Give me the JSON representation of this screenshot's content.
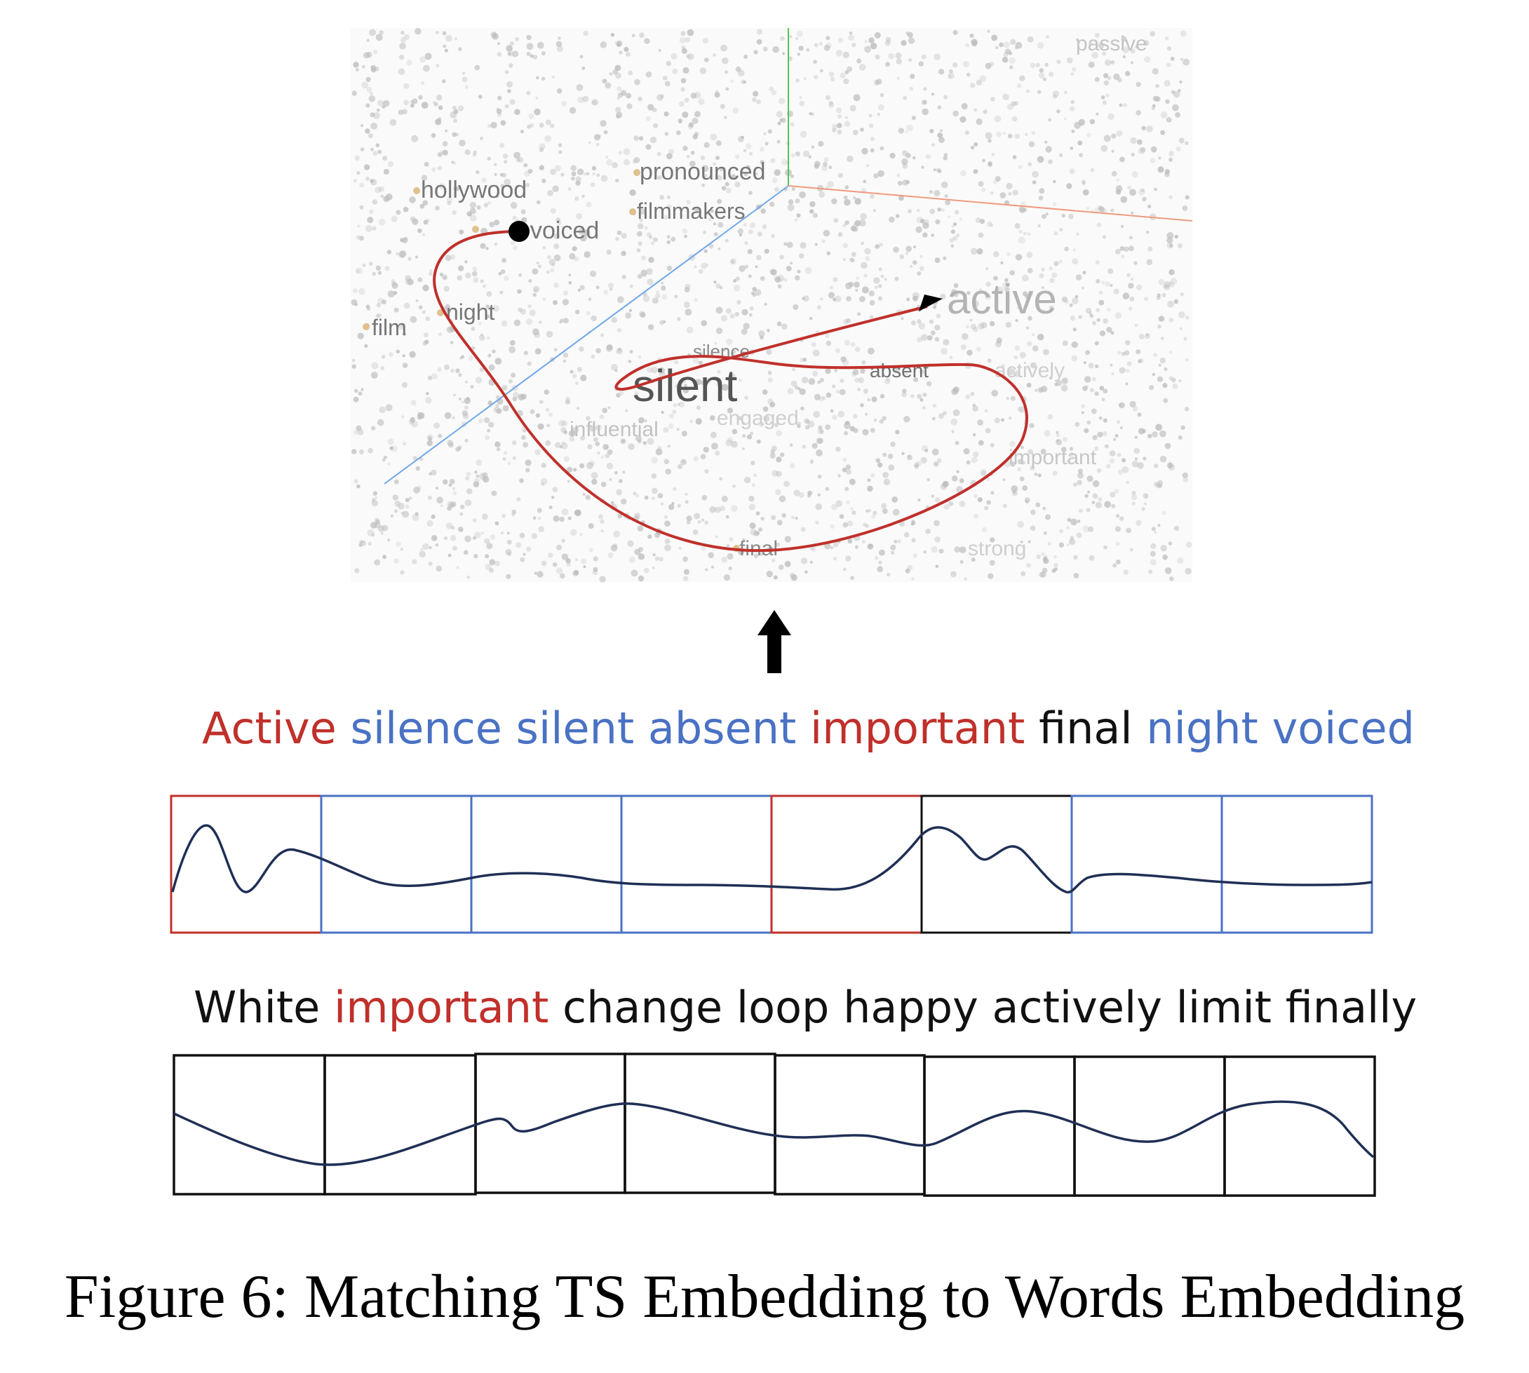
{
  "embedding_plot": {
    "labels": {
      "passive": "passive",
      "pronounced": "pronounced",
      "hollywood": "hollywood",
      "filmmakers": "filmmakers",
      "voiced": "voiced",
      "active": "active",
      "film": "film",
      "night": "night",
      "silence": "silence",
      "silent": "silent",
      "absent": "absent",
      "actively": "actively",
      "influential": "influential",
      "engaged": "engaged",
      "important": "important",
      "final": "final",
      "strong": "strong"
    },
    "colors": {
      "trajectory": "#c0302b",
      "axis_green": "#54c754",
      "axis_blue": "#6da6ea",
      "axis_orange": "#f19a7e",
      "points": "#bcbcbc",
      "marker_dots": "#e0c08e"
    }
  },
  "arrow_icon": "up-arrow-icon",
  "sequence_1": {
    "words": [
      {
        "text": "Active",
        "color": "#c0302b"
      },
      {
        "text": "silence",
        "color": "#4a72c4"
      },
      {
        "text": "silent",
        "color": "#4a72c4"
      },
      {
        "text": "absent",
        "color": "#4a72c4"
      },
      {
        "text": "important",
        "color": "#c0302b"
      },
      {
        "text": "final",
        "color": "#111111"
      },
      {
        "text": "night",
        "color": "#4a72c4"
      },
      {
        "text": "voiced",
        "color": "#4a72c4"
      }
    ],
    "box_colors": [
      "#c0302b",
      "#4a72c4",
      "#4a72c4",
      "#4a72c4",
      "#c0302b",
      "#111111",
      "#4a72c4",
      "#4a72c4"
    ],
    "curve_color": "#1f2f55"
  },
  "sequence_2": {
    "words": [
      {
        "text": "White",
        "color": "#111111"
      },
      {
        "text": "important",
        "color": "#c0302b"
      },
      {
        "text": "change",
        "color": "#111111"
      },
      {
        "text": "loop",
        "color": "#111111"
      },
      {
        "text": "happy",
        "color": "#111111"
      },
      {
        "text": "actively",
        "color": "#111111"
      },
      {
        "text": "limit",
        "color": "#111111"
      },
      {
        "text": "finally",
        "color": "#111111"
      }
    ],
    "box_color": "#111111",
    "curve_color": "#1f2f55"
  },
  "caption": "Figure 6: Matching TS Embedding to Words Embedding"
}
